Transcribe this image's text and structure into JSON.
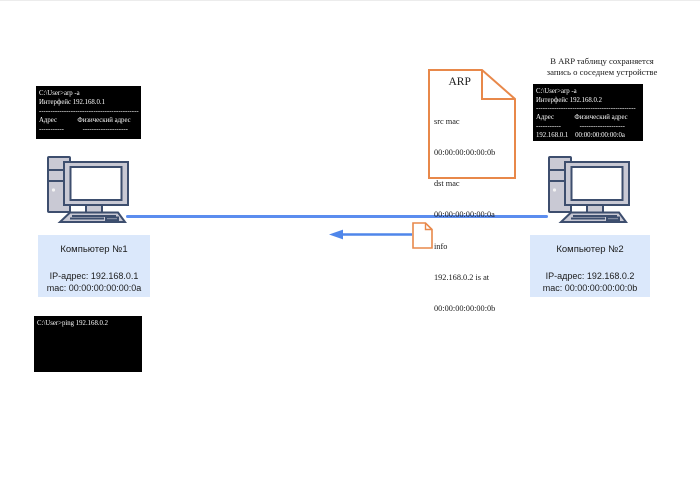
{
  "colors": {
    "terminal_bg": "#000000",
    "terminal_text": "#ffffff",
    "label_box_bg": "#dbe8fb",
    "note_border": "#e8884a",
    "link_line": "#5b8def",
    "arrow": "#4f86ea",
    "computer_outline": "#3d4e6e",
    "computer_fill": "#c9c9d4"
  },
  "terminal_pc1_arp": {
    "lines": [
      "C:\\User>arp -a",
      "Интерфейс 192.168.0.1",
      "--------------------------------------------",
      "Адрес            Физический адрес",
      "-----------           --------------------"
    ]
  },
  "pc1_label": {
    "title": "Компьютер №1",
    "ip": "IP-адрес: 192.168.0.1",
    "mac": "mac: 00:00:00:00:00:0a"
  },
  "terminal_pc1_ping": {
    "lines": [
      "C:\\User>ping 192.168.0.2"
    ]
  },
  "arp_packet_note": {
    "title": "ARP",
    "lines": [
      "src mac",
      "00:00:00:00:00:0b",
      "dst mac",
      "00:00:00:00:00:0a",
      "info",
      "192.168.0.2 is at",
      "00:00:00:00:00:0b"
    ]
  },
  "arp_table_caption": {
    "line1": "В ARP таблицу сохраняется",
    "line2": "запись о соседнем устройстве"
  },
  "terminal_pc2_arp": {
    "lines": [
      "C:\\User>arp -a",
      "Интерфейс 192.168.0.2",
      "--------------------------------------------",
      "Адрес            Физический адрес",
      "-----------           --------------------",
      "192.168.0.1    00:00:00:00:00:0a"
    ]
  },
  "pc2_label": {
    "title": "Компьютер №2",
    "ip": "IP-адрес: 192.168.0.2",
    "mac": "mac: 00:00:00:00:00:0b"
  }
}
